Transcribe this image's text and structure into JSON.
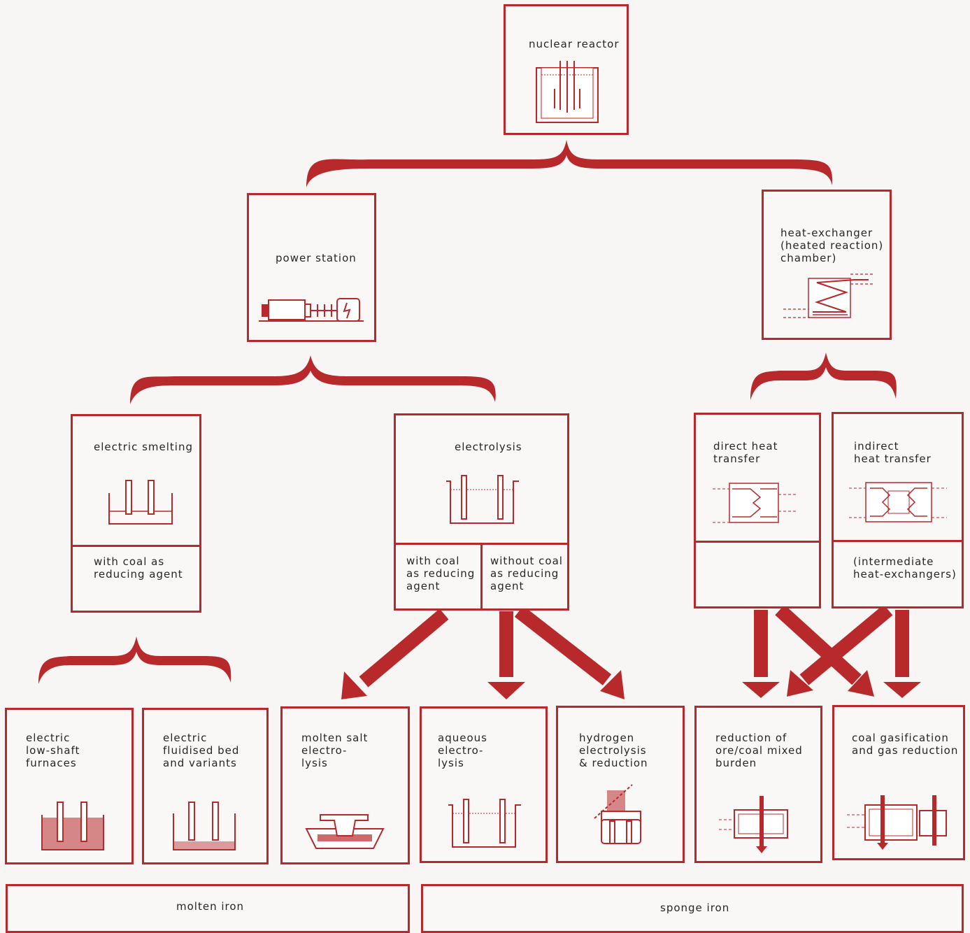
{
  "colors": {
    "accent": "#b8292c",
    "text": "#2a2522",
    "background": "#f7f6f5"
  },
  "nodes": {
    "nuclear_reactor": "nuclear reactor",
    "power_station": "power station",
    "heat_exchanger": "heat-exchanger\n(heated reaction)\nchamber)",
    "electric_smelting": "electric smelting",
    "electric_smelting_sub": "with coal as\nreducing agent",
    "electrolysis": "electrolysis",
    "electrolysis_with_coal": "with coal\nas reducing\nagent",
    "electrolysis_without_coal": "without coal\nas reducing\nagent",
    "direct_heat_transfer": "direct heat\ntransfer",
    "indirect_heat_transfer": "indirect\nheat transfer",
    "indirect_heat_transfer_sub": "(intermediate\nheat-exchangers)",
    "electric_low_shaft": "electric\nlow-shaft\nfurnaces",
    "electric_fluidised_bed": "electric\nfluidised bed\nand variants",
    "molten_salt": "molten salt\nelectro-\nlysis",
    "aqueous": "aqueous\nelectro-\nlysis",
    "hydrogen": "hydrogen\nelectrolysis\n& reduction",
    "reduction_ore_coal": "reduction of\nore/coal mixed\nburden",
    "coal_gasification": "coal gasification\nand gas reduction"
  },
  "outputs": {
    "molten_iron": "molten iron",
    "sponge_iron": "sponge iron"
  },
  "icons": [
    "reactor-vessel-icon",
    "generator-turbine-icon",
    "heat-exchanger-coil-icon",
    "smelting-furnace-icon",
    "electrolysis-cell-icon",
    "direct-heat-exchanger-icon",
    "indirect-heat-exchanger-icon",
    "low-shaft-furnace-icon",
    "fluidised-bed-icon",
    "molten-salt-cell-icon",
    "aqueous-cell-icon",
    "hydrogen-reactor-icon",
    "mixed-burden-reactor-icon",
    "gasification-reactor-icon"
  ]
}
